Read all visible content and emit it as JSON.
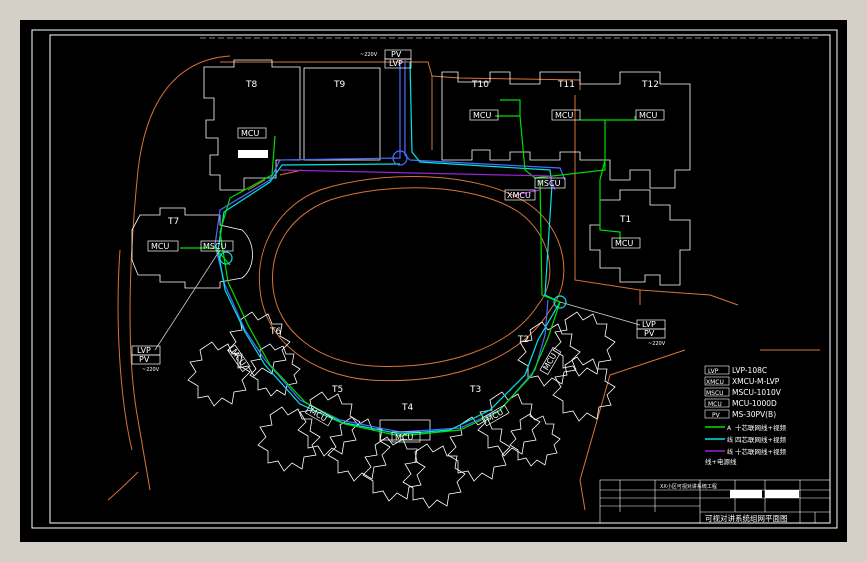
{
  "buildings": {
    "t8": "T8",
    "t9": "T9",
    "t10": "T10",
    "t11": "T11",
    "t12": "T12",
    "t1": "T1",
    "t7": "T7",
    "t6": "T6",
    "t5": "T5",
    "t4": "T4",
    "t3": "T3",
    "t2": "T2"
  },
  "devices": {
    "mcu": "MCU",
    "mscu": "MSCU",
    "xmcu": "XMCU",
    "pv": "PV",
    "lvp": "LVP"
  },
  "annotations": {
    "voltage": "~220V"
  },
  "legend": {
    "items": [
      {
        "symbol": "LVP",
        "text": "LVP-108C"
      },
      {
        "symbol": "XMCU",
        "text": "XMCU-M-LVP"
      },
      {
        "symbol": "MSCU",
        "text": "MSCU-1010V"
      },
      {
        "symbol": "MCU",
        "text": "MCU-1000D"
      },
      {
        "symbol": "PV",
        "text": "MS-30PV(B)"
      }
    ],
    "lines": [
      {
        "prefix": "A",
        "text": "十芯联网线+视频",
        "color": "#00e000"
      },
      {
        "prefix": "线",
        "text": "四芯联网线+视频",
        "color": "#00e5e5"
      },
      {
        "prefix": "线",
        "text": "十芯联网线+视频",
        "color": "#9a22d8"
      },
      {
        "prefix": "",
        "text": "线+电源线",
        "color": ""
      }
    ]
  },
  "title_block": {
    "main_title": "可视对讲系统组网平面图",
    "project": "XX小区可视对讲系统工程"
  },
  "colors": {
    "boundary": "#d8743a",
    "frame": "#ffffff",
    "green_cable": "#00e000",
    "cyan_cable": "#00e5e5",
    "purple_cable": "#9a22d8",
    "blue_cable": "#4a6cff"
  }
}
